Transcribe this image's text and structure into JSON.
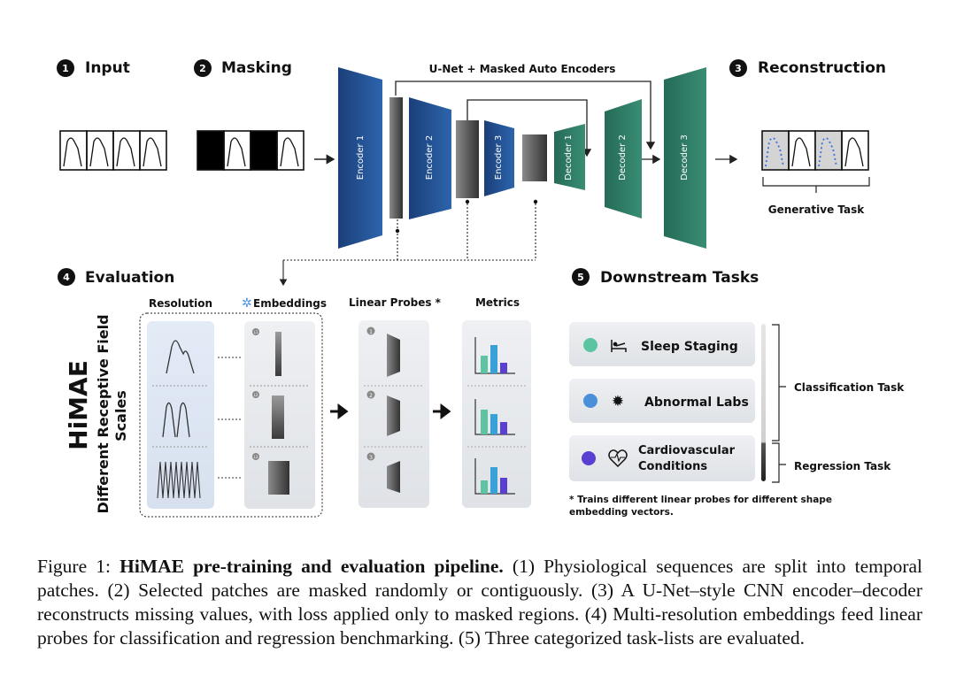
{
  "sections": {
    "s1": {
      "num": "1",
      "title": "Input"
    },
    "s2": {
      "num": "2",
      "title": "Masking"
    },
    "s3": {
      "num": "3",
      "title": "Reconstruction"
    },
    "s4": {
      "num": "4",
      "title": "Evaluation"
    },
    "s5": {
      "num": "5",
      "title": "Downstream Tasks"
    }
  },
  "unet_label": "U-Net + Masked Auto Encoders",
  "blocks": {
    "enc1": "Encoder 1",
    "enc2": "Encoder 2",
    "enc3": "Encoder 3",
    "dec1": "Decoder 1",
    "dec2": "Decoder 2",
    "dec3": "Decoder 3"
  },
  "generative_task": "Generative Task",
  "eval": {
    "col_resolution": "Resolution",
    "col_embeddings": "Embeddings",
    "col_linear": "Linear Probes *",
    "col_metrics": "Metrics",
    "side_title": "HiMAE",
    "side_sub1": "Different Receptive Field",
    "side_sub2": "Scales",
    "probe_nums": [
      "1",
      "2",
      "3"
    ],
    "emb_tags": [
      "L1",
      "L2",
      "L3"
    ]
  },
  "tasks": {
    "t1": "Sleep Staging",
    "t2": "Abnormal Labs",
    "t3a": "Cardiovascular",
    "t3b": "Conditions",
    "classification": "Classification Task",
    "regression": "Regression Task",
    "note1": "* Trains different linear probes for different shape",
    "note2": "embedding vectors."
  },
  "colors": {
    "encoder_blue": "#1f4e8c",
    "decoder_green": "#2e7d68",
    "dot_teal": "#5cc4a0",
    "dot_blue": "#4a90d9",
    "dot_purple": "#5a3fd0",
    "bar_teal": "#5cc4a0",
    "bar_blue": "#3aa0d8",
    "bar_purple": "#5a3fd0"
  },
  "caption": {
    "label": "Figure 1:",
    "bold": "HiMAE pre-training and evaluation pipeline.",
    "text": " (1) Physiological sequences are split into temporal patches. (2) Selected patches are masked randomly or contiguously. (3) A U-Net–style CNN encoder–decoder reconstructs missing values, with loss applied only to masked regions. (4) Multi-resolution embeddings feed linear probes for classification and regression benchmarking. (5) Three categorized task-lists are evaluated."
  }
}
